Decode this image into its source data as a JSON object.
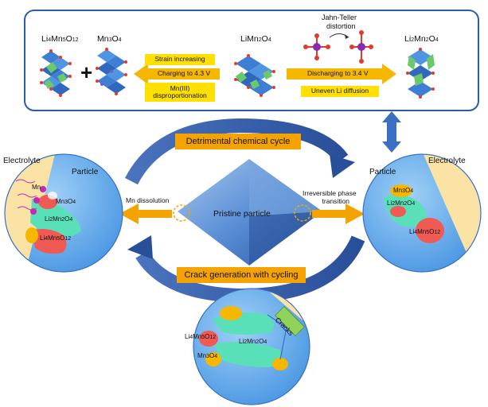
{
  "top_panel": {
    "compounds": {
      "li4mn5o12": {
        "base": "Li",
        "s1": "4",
        "m": "Mn",
        "s2": "5",
        "o": "O",
        "s3": "12"
      },
      "mn3o4": {
        "base": "Mn",
        "s1": "3",
        "o": "O",
        "s2": "4"
      },
      "limn2o4": {
        "base": "LiMn",
        "s1": "2",
        "o": "O",
        "s2": "4"
      },
      "li2mn2o4": {
        "base": "Li",
        "s1": "2",
        "m": "Mn",
        "s2": "2",
        "o": "O",
        "s3": "4"
      }
    },
    "plus_sign": "+",
    "jahn_teller": [
      "Jahn-Teller",
      "distortion"
    ],
    "left_boxes": {
      "strain": "Strain increasing",
      "charging": "Charging to 4.3 V",
      "mn_dispro": [
        "Mn(III)",
        "disproportionation"
      ]
    },
    "right_boxes": {
      "discharging": "Discharging to 3.4 V",
      "uneven": "Uneven Li diffusion"
    }
  },
  "center": {
    "cycle_top": "Detrimental chemical cycle",
    "cycle_bottom": "Crack generation with cycling",
    "pristine": "Pristine particle",
    "left_arrow_label": "Mn dissolution",
    "right_arrow_label": [
      "Irreversible phase",
      "transition"
    ]
  },
  "left_circle": {
    "electrolyte": "Electrolyte",
    "particle": "Particle",
    "mn": "Mn",
    "mn3o4": {
      "base": "Mn",
      "s1": "3",
      "o": "O",
      "s2": "4"
    },
    "li2mn2o4": {
      "base": "Li",
      "s1": "2",
      "m": "Mn",
      "s2": "2",
      "o": "O",
      "s3": "4"
    },
    "li4mn5o12": {
      "base": "Li",
      "s1": "4",
      "m": "Mn",
      "s2": "5",
      "o": "O",
      "s3": "12"
    }
  },
  "right_circle": {
    "particle": "Particle",
    "electrolyte": "Electrolyte",
    "mn3o4": {
      "base": "Mn",
      "s1": "3",
      "o": "O",
      "s2": "4"
    },
    "li2mn2o4": {
      "base": "Li",
      "s1": "2",
      "m": "Mn",
      "s2": "2",
      "o": "O",
      "s3": "4"
    },
    "li4mn5o12": {
      "base": "Li",
      "s1": "4",
      "m": "Mn",
      "s2": "5",
      "o": "O",
      "s3": "12"
    }
  },
  "bottom_circle": {
    "cracks": "Cracks",
    "li4mn5o12": {
      "base": "Li",
      "s1": "4",
      "m": "Mn",
      "s2": "5",
      "o": "O",
      "s3": "12"
    },
    "li2mn2o4": {
      "base": "Li",
      "s1": "2",
      "m": "Mn",
      "s2": "2",
      "o": "O",
      "s3": "4"
    },
    "mn3o4": {
      "base": "Mn",
      "s1": "3",
      "o": "O",
      "s2": "4"
    }
  },
  "colors": {
    "blue_dark": "#2f5aa8",
    "blue_mid": "#3f7fd6",
    "blue_light": "#9ec6ee",
    "orange": "#f5a300",
    "yellow": "#ffe000",
    "electrolyte": "#fbe3a6",
    "green_phase": "#59e0b8",
    "red_phase": "#ef5a55"
  }
}
